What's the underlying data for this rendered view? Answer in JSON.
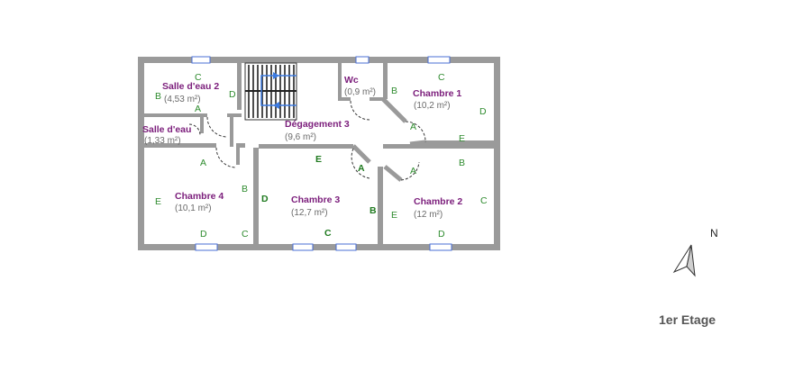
{
  "rooms": {
    "salle_eau_2": {
      "name": "Salle d'eau 2",
      "area": "(4,53 m²)"
    },
    "wc": {
      "name": "Wc",
      "area": "(0,9 m²)"
    },
    "chambre_1": {
      "name": "Chambre 1",
      "area": "(10,2 m²)"
    },
    "salle_eau": {
      "name": "Salle d'eau",
      "area": "(1,33 m²)"
    },
    "degagement_3": {
      "name": "Dégagement 3",
      "area": "(9,6 m²)"
    },
    "chambre_4": {
      "name": "Chambre 4",
      "area": "(10,1 m²)"
    },
    "chambre_3": {
      "name": "Chambre 3",
      "area": "(12,7 m²)"
    },
    "chambre_2": {
      "name": "Chambre 2",
      "area": "(12 m²)"
    }
  },
  "wall_letters": {
    "A": "A",
    "B": "B",
    "C": "C",
    "D": "D",
    "E": "E"
  },
  "compass": {
    "label": "N"
  },
  "floor": {
    "label": "1er Etage"
  },
  "colors": {
    "wall": "#9a9a9a",
    "room_name": "#7b1d7b",
    "room_area": "#6a6a6a",
    "wall_letter": "#2e8b2e",
    "window": "#4a6fd6",
    "stair_arrow": "#3d7be0"
  }
}
